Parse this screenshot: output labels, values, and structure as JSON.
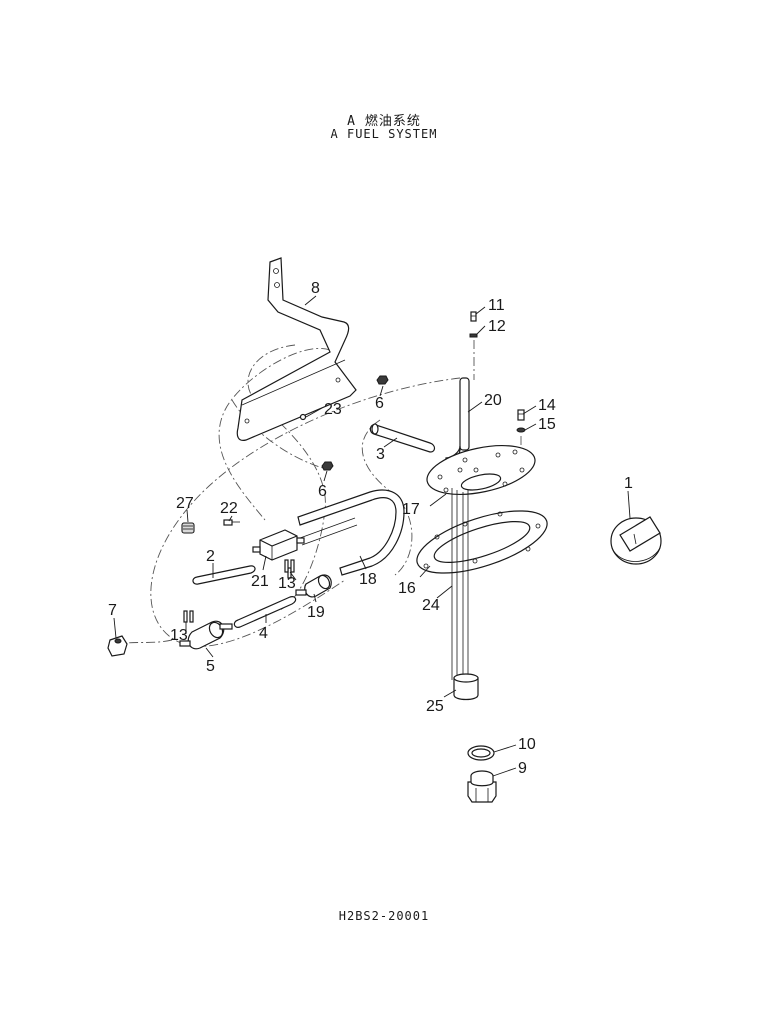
{
  "header": {
    "title_cn": "A 燃油系统",
    "title_en": "A FUEL SYSTEM"
  },
  "footer": {
    "page_code": "H2BS2-20001"
  },
  "callouts": {
    "c1": "1",
    "c2": "2",
    "c3": "3",
    "c4": "4",
    "c5": "5",
    "c6a": "6",
    "c6b": "6",
    "c7": "7",
    "c8": "8",
    "c9": "9",
    "c10": "10",
    "c11": "11",
    "c12": "12",
    "c13a": "13",
    "c13b": "13",
    "c14": "14",
    "c15": "15",
    "c16": "16",
    "c17": "17",
    "c18": "18",
    "c19": "19",
    "c20": "20",
    "c21": "21",
    "c22": "22",
    "c23": "23",
    "c24": "24",
    "c25": "25",
    "c27": "27"
  }
}
